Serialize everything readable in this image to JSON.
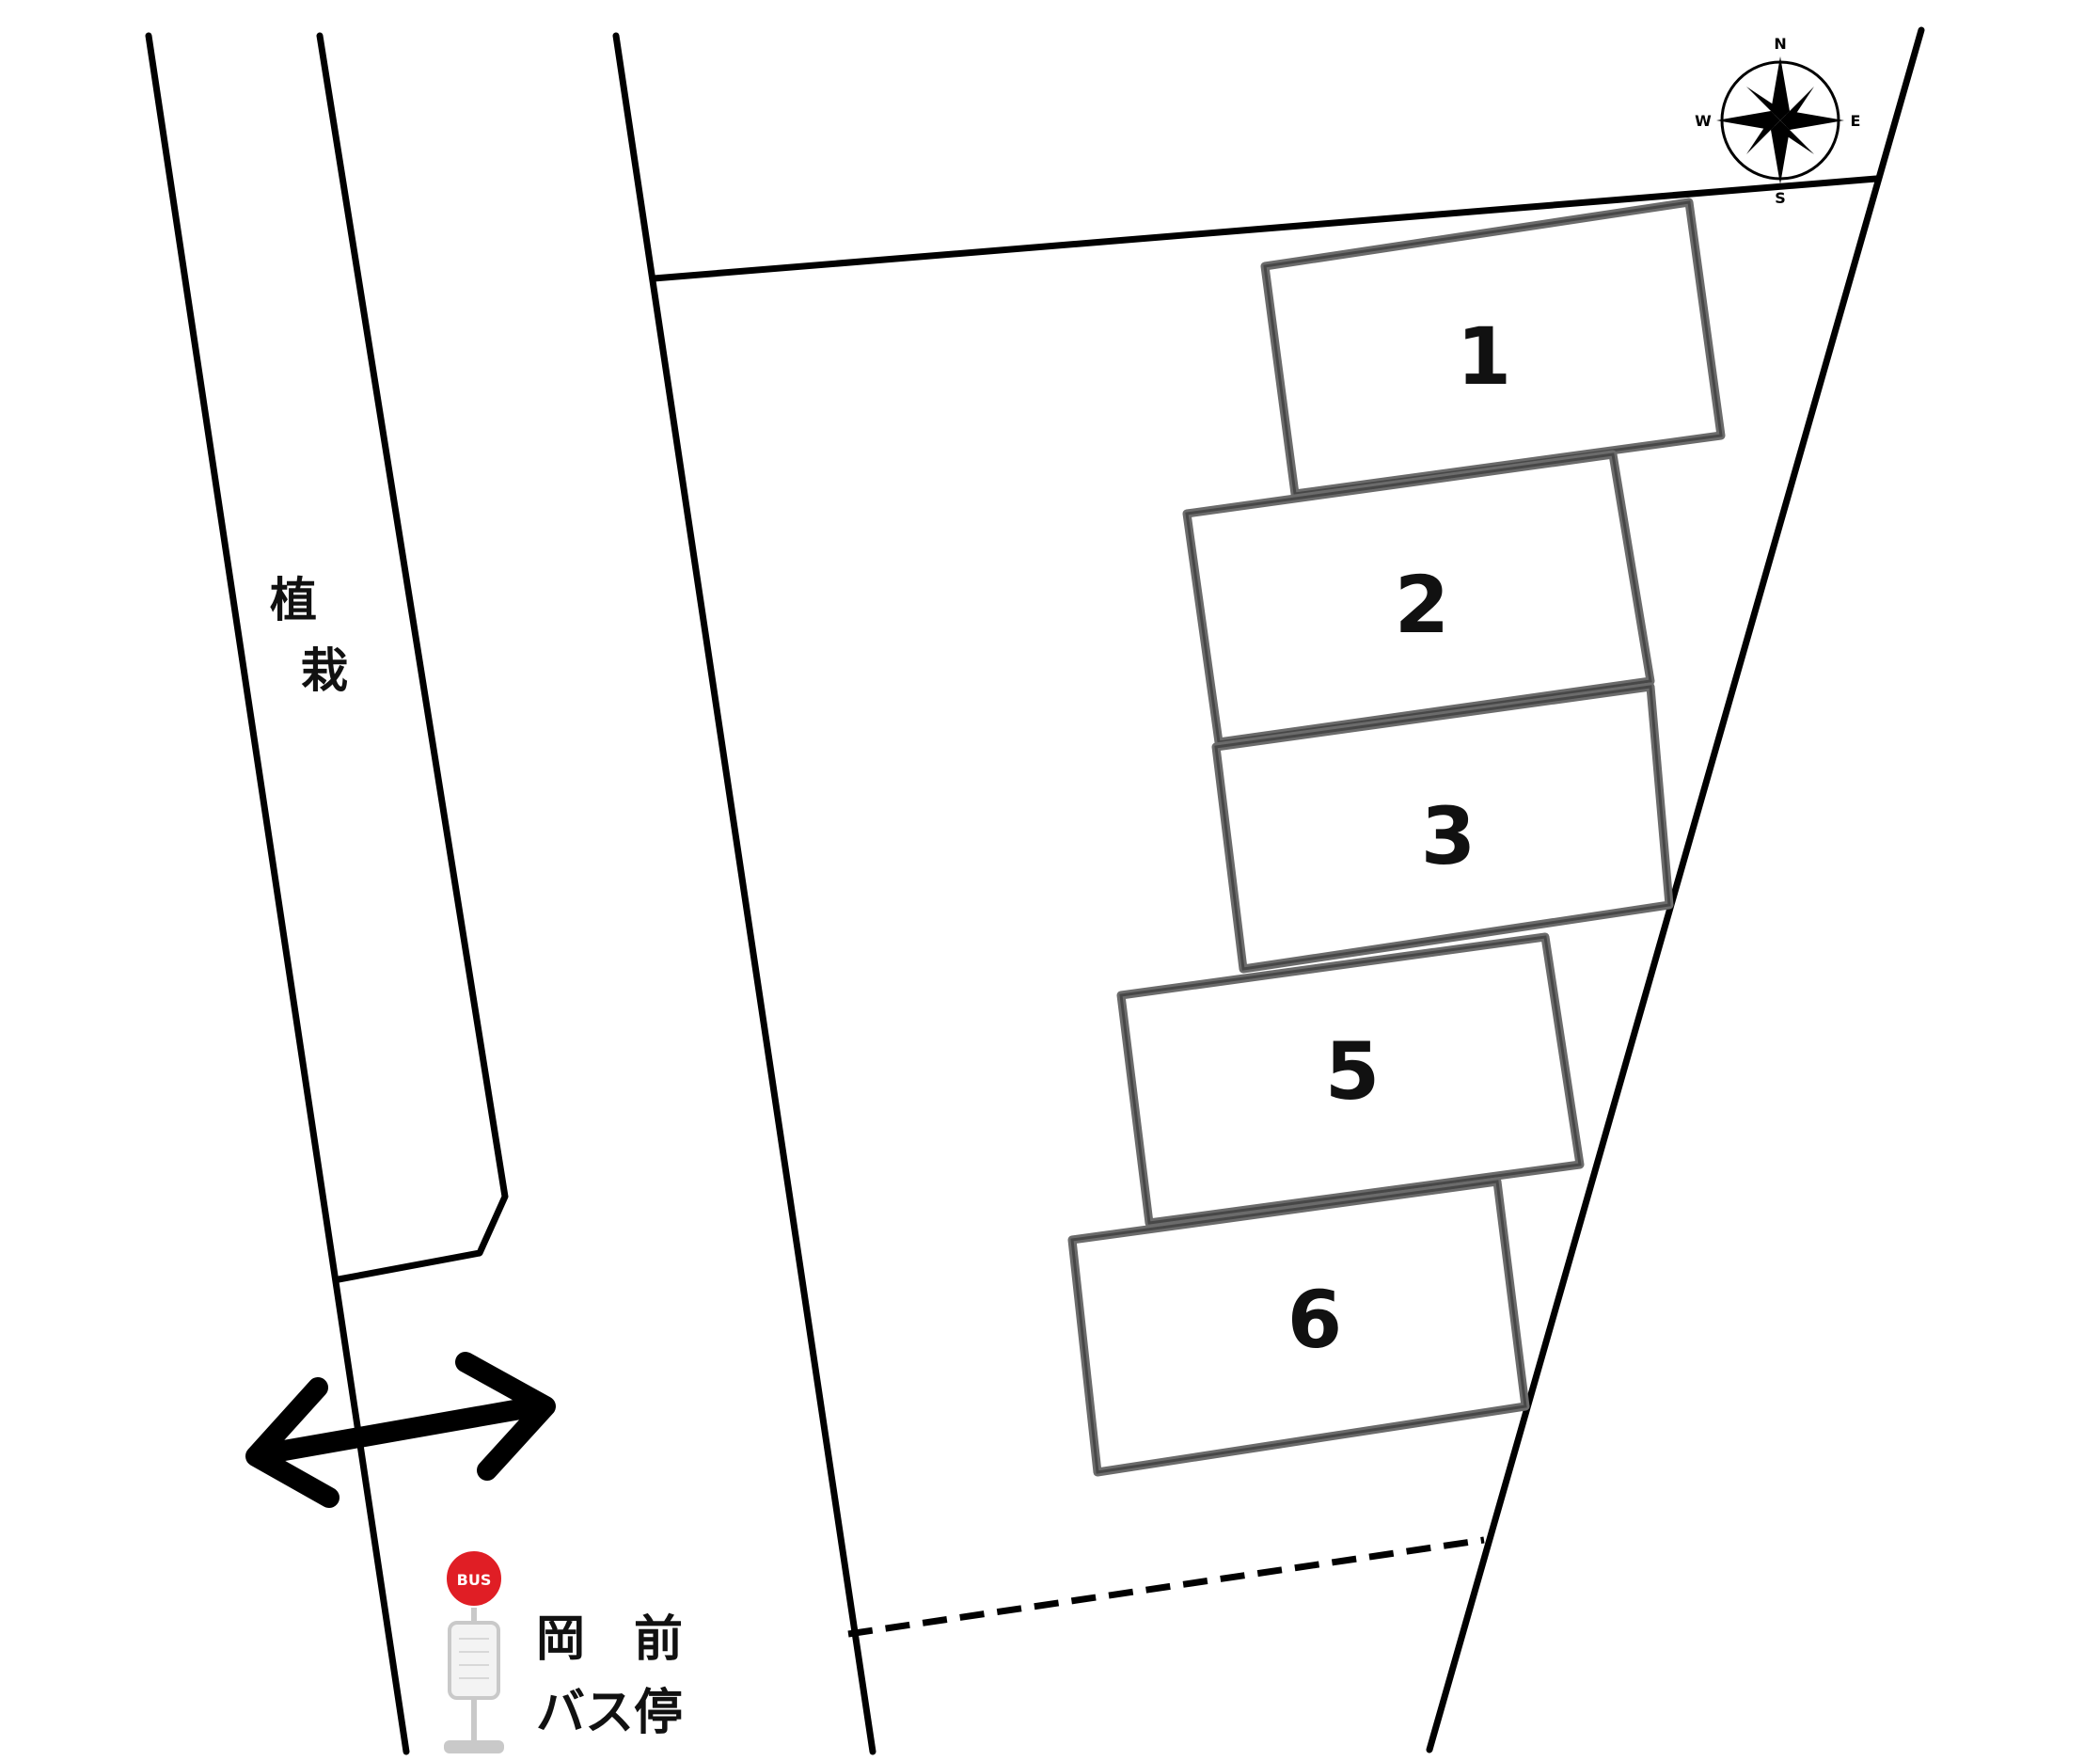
{
  "planting_label": [
    "植",
    "栽"
  ],
  "stalls": [
    {
      "id": "1",
      "label": "1"
    },
    {
      "id": "2",
      "label": "2"
    },
    {
      "id": "3",
      "label": "3"
    },
    {
      "id": "5",
      "label": "5"
    },
    {
      "id": "6",
      "label": "6"
    }
  ],
  "bus_stop": {
    "sign_text": "BUS",
    "name_line1": "岡　前",
    "name_line2": "バス停"
  },
  "compass": {
    "n": "N",
    "e": "E",
    "s": "S",
    "w": "W"
  },
  "colors": {
    "line": "#000000",
    "stall_border": "#6b6b6b",
    "bus_red": "#e01e25"
  }
}
